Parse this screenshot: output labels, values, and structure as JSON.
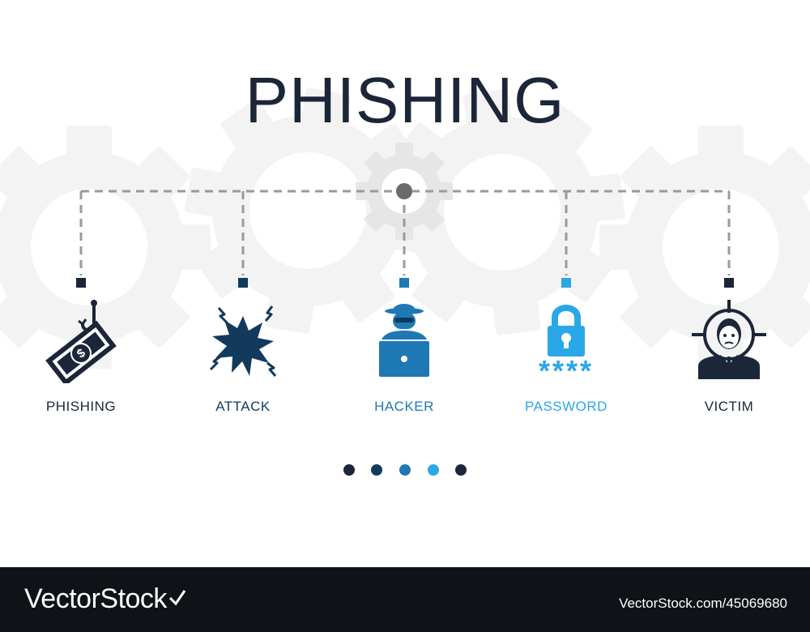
{
  "title": "PHISHING",
  "items": [
    {
      "label": "PHISHING",
      "icon": "money-on-hook-icon",
      "color": "#1b2638"
    },
    {
      "label": "ATTACK",
      "icon": "explosion-icon",
      "color": "#123a5c"
    },
    {
      "label": "HACKER",
      "icon": "hacker-icon",
      "color": "#1e78b4"
    },
    {
      "label": "PASSWORD",
      "icon": "padlock-password-icon",
      "color": "#2aa7e6",
      "password_mask": "****"
    },
    {
      "label": "VICTIM",
      "icon": "target-person-icon",
      "color": "#1b2638"
    }
  ],
  "pagination": {
    "dot_colors": [
      "#1b2638",
      "#123a5c",
      "#1e78b4",
      "#2aa7e6",
      "#1b2638"
    ]
  },
  "footer": {
    "brand": "VectorStock",
    "stock_id": "VectorStock.com/45069680"
  }
}
